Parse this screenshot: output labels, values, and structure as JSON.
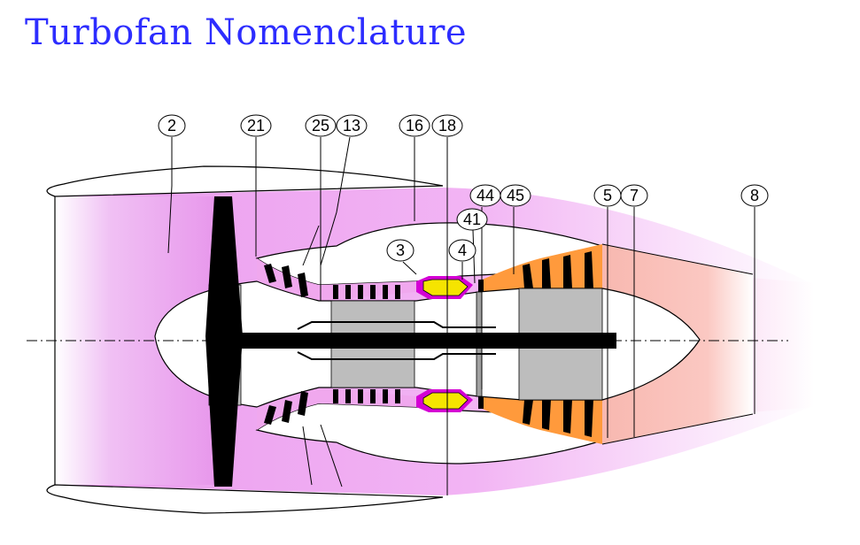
{
  "title": "Turbofan Nomenclature",
  "stations": [
    {
      "id": "s2",
      "label": "2"
    },
    {
      "id": "s21",
      "label": "21"
    },
    {
      "id": "s25",
      "label": "25"
    },
    {
      "id": "s13",
      "label": "13"
    },
    {
      "id": "s16",
      "label": "16"
    },
    {
      "id": "s18",
      "label": "18"
    },
    {
      "id": "s44",
      "label": "44"
    },
    {
      "id": "s45",
      "label": "45"
    },
    {
      "id": "s41",
      "label": "41"
    },
    {
      "id": "s3",
      "label": "3"
    },
    {
      "id": "s4",
      "label": "4"
    },
    {
      "id": "s5",
      "label": "5"
    },
    {
      "id": "s7",
      "label": "7"
    },
    {
      "id": "s8",
      "label": "8"
    }
  ],
  "colors": {
    "title": "#2d2dff",
    "bypass_flow": "#e9a0ec",
    "core_flow": "#f0a8ee",
    "exhaust": "#f6b6b2",
    "disk": "#bdbdbd",
    "combustor": "#f5e400",
    "combustor_casing": "#d400d4",
    "turbine": "#ff9a3c",
    "blade": "#000000"
  }
}
